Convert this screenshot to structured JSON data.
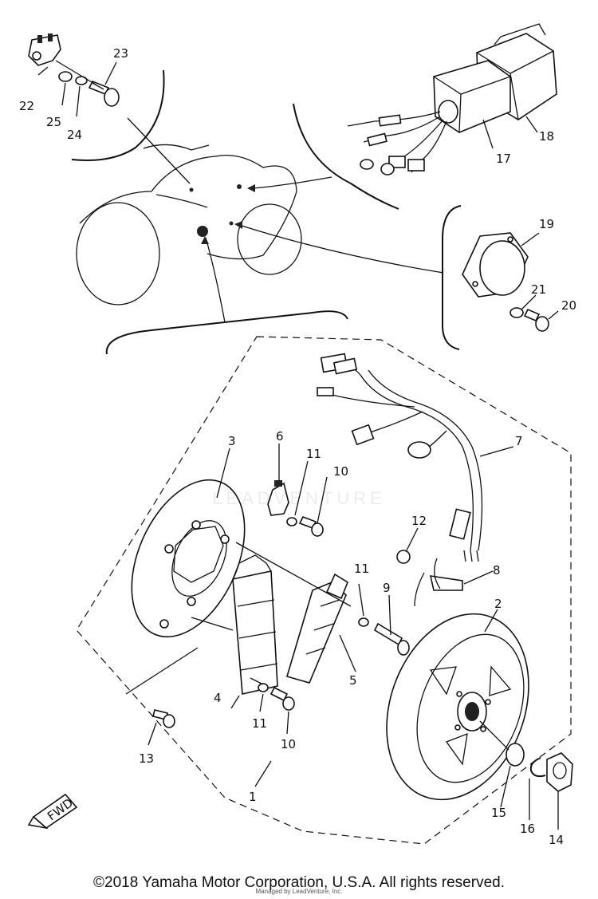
{
  "labels": {
    "p1": "1",
    "p2": "2",
    "p3": "3",
    "p4": "4",
    "p5": "5",
    "p6": "6",
    "p7": "7",
    "p8": "8",
    "p9": "9",
    "p10a": "10",
    "p10b": "10",
    "p11a": "11",
    "p11b": "11",
    "p11c": "11",
    "p12": "12",
    "p13": "13",
    "p14": "14",
    "p15": "15",
    "p16": "16",
    "p17": "17",
    "p18": "18",
    "p19": "19",
    "p20": "20",
    "p21": "21",
    "p22": "22",
    "p23": "23",
    "p24": "24",
    "p25": "25"
  },
  "fwd_label": "FWD",
  "copyright": "©2018 Yamaha Motor Corporation, U.S.A. All rights reserved.",
  "watermark": "LEADVENTURE",
  "credit": "Managed by LeadVenture, Inc."
}
